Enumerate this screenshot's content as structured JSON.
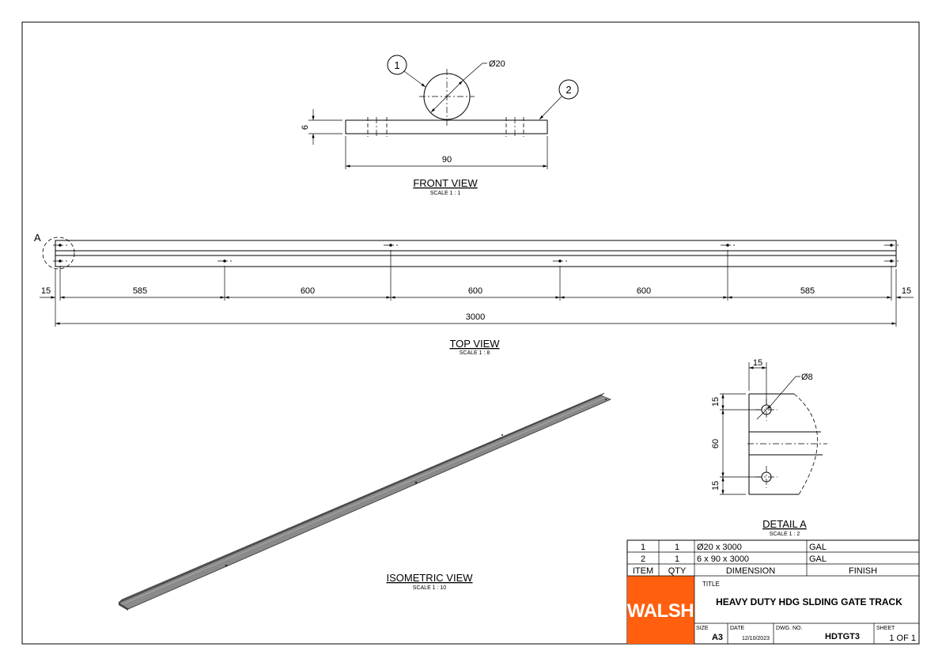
{
  "front_view": {
    "title": "FRONT VIEW",
    "scale": "SCALE 1 : 1",
    "balloon_1": "1",
    "balloon_2": "2",
    "dia": "Ø20",
    "thickness": "6",
    "width": "90"
  },
  "top_view": {
    "title": "TOP VIEW",
    "scale": "SCALE 1 : 8",
    "detail_ref": "A",
    "dims": [
      "15",
      "585",
      "600",
      "600",
      "600",
      "585",
      "15"
    ],
    "overall": "3000"
  },
  "isometric_view": {
    "title": "ISOMETRIC VIEW",
    "scale": "SCALE 1 : 10"
  },
  "detail_a": {
    "title": "DETAIL  A",
    "scale": "SCALE 1 : 2",
    "hole_dia": "Ø8",
    "edge_offset": "15",
    "top_offset": "15",
    "hole_spacing": "60",
    "bottom_offset": "15"
  },
  "bom": {
    "headers": [
      "ITEM",
      "QTY",
      "DIMENSION",
      "FINISH"
    ],
    "rows": [
      {
        "item": "1",
        "qty": "1",
        "dimension": "Ø20 x 3000",
        "finish": "GAL"
      },
      {
        "item": "2",
        "qty": "1",
        "dimension": "6 x 90 x 3000",
        "finish": "GAL"
      }
    ]
  },
  "title_block": {
    "logo": "WALSH",
    "logo_color": "#ff5f0f",
    "title_label": "TITLE",
    "title": "HEAVY DUTY HDG SLDING GATE TRACK",
    "size_label": "SIZE",
    "size": "A3",
    "date_label": "DATE",
    "date": "12/10/2023",
    "dwg_label": "DWG. NO.",
    "dwg_no": "HDTGT3",
    "sheet_label": "SHEET",
    "sheet": "1 OF 1"
  }
}
